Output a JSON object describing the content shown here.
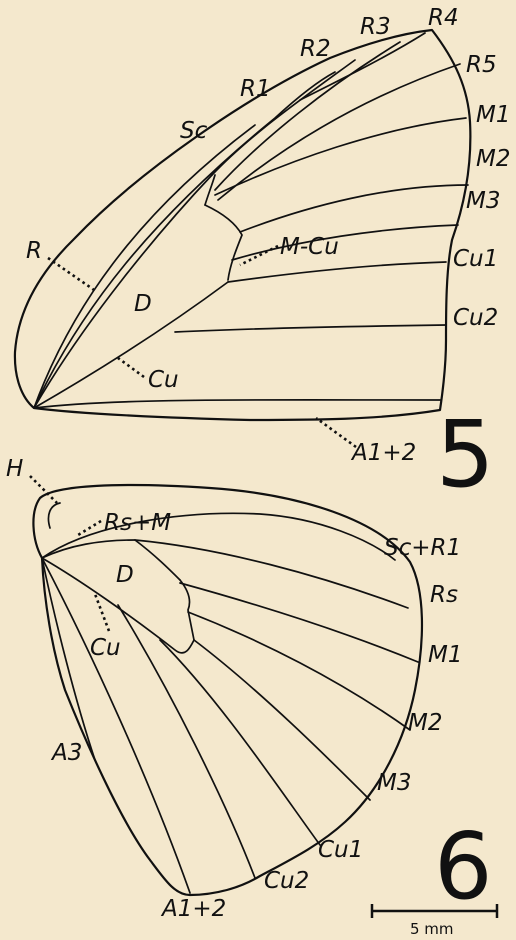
{
  "fig5": {
    "number": "5",
    "labels": {
      "R3": "R3",
      "R4": "R4",
      "R2": "R2",
      "R5": "R5",
      "R1": "R1",
      "M1": "M1",
      "Sc": "Sc",
      "M2": "M2",
      "M3": "M3",
      "R": "R",
      "MCu": "M-Cu",
      "Cu1": "Cu1",
      "D": "D",
      "Cu2": "Cu2",
      "Cu": "Cu",
      "A12": "A1+2"
    }
  },
  "fig6": {
    "number": "6",
    "labels": {
      "H": "H",
      "RsM": "Rs+M",
      "ScR1": "Sc+R1",
      "D": "D",
      "Rs": "Rs",
      "Cu": "Cu",
      "M1": "M1",
      "M2": "M2",
      "A3": "A3",
      "M3": "M3",
      "Cu1": "Cu1",
      "Cu2": "Cu2",
      "A12": "A1+2"
    }
  },
  "scale_bar": {
    "label": "5 mm"
  },
  "colors": {
    "background": "#f4e8cd",
    "ink": "#111111"
  }
}
